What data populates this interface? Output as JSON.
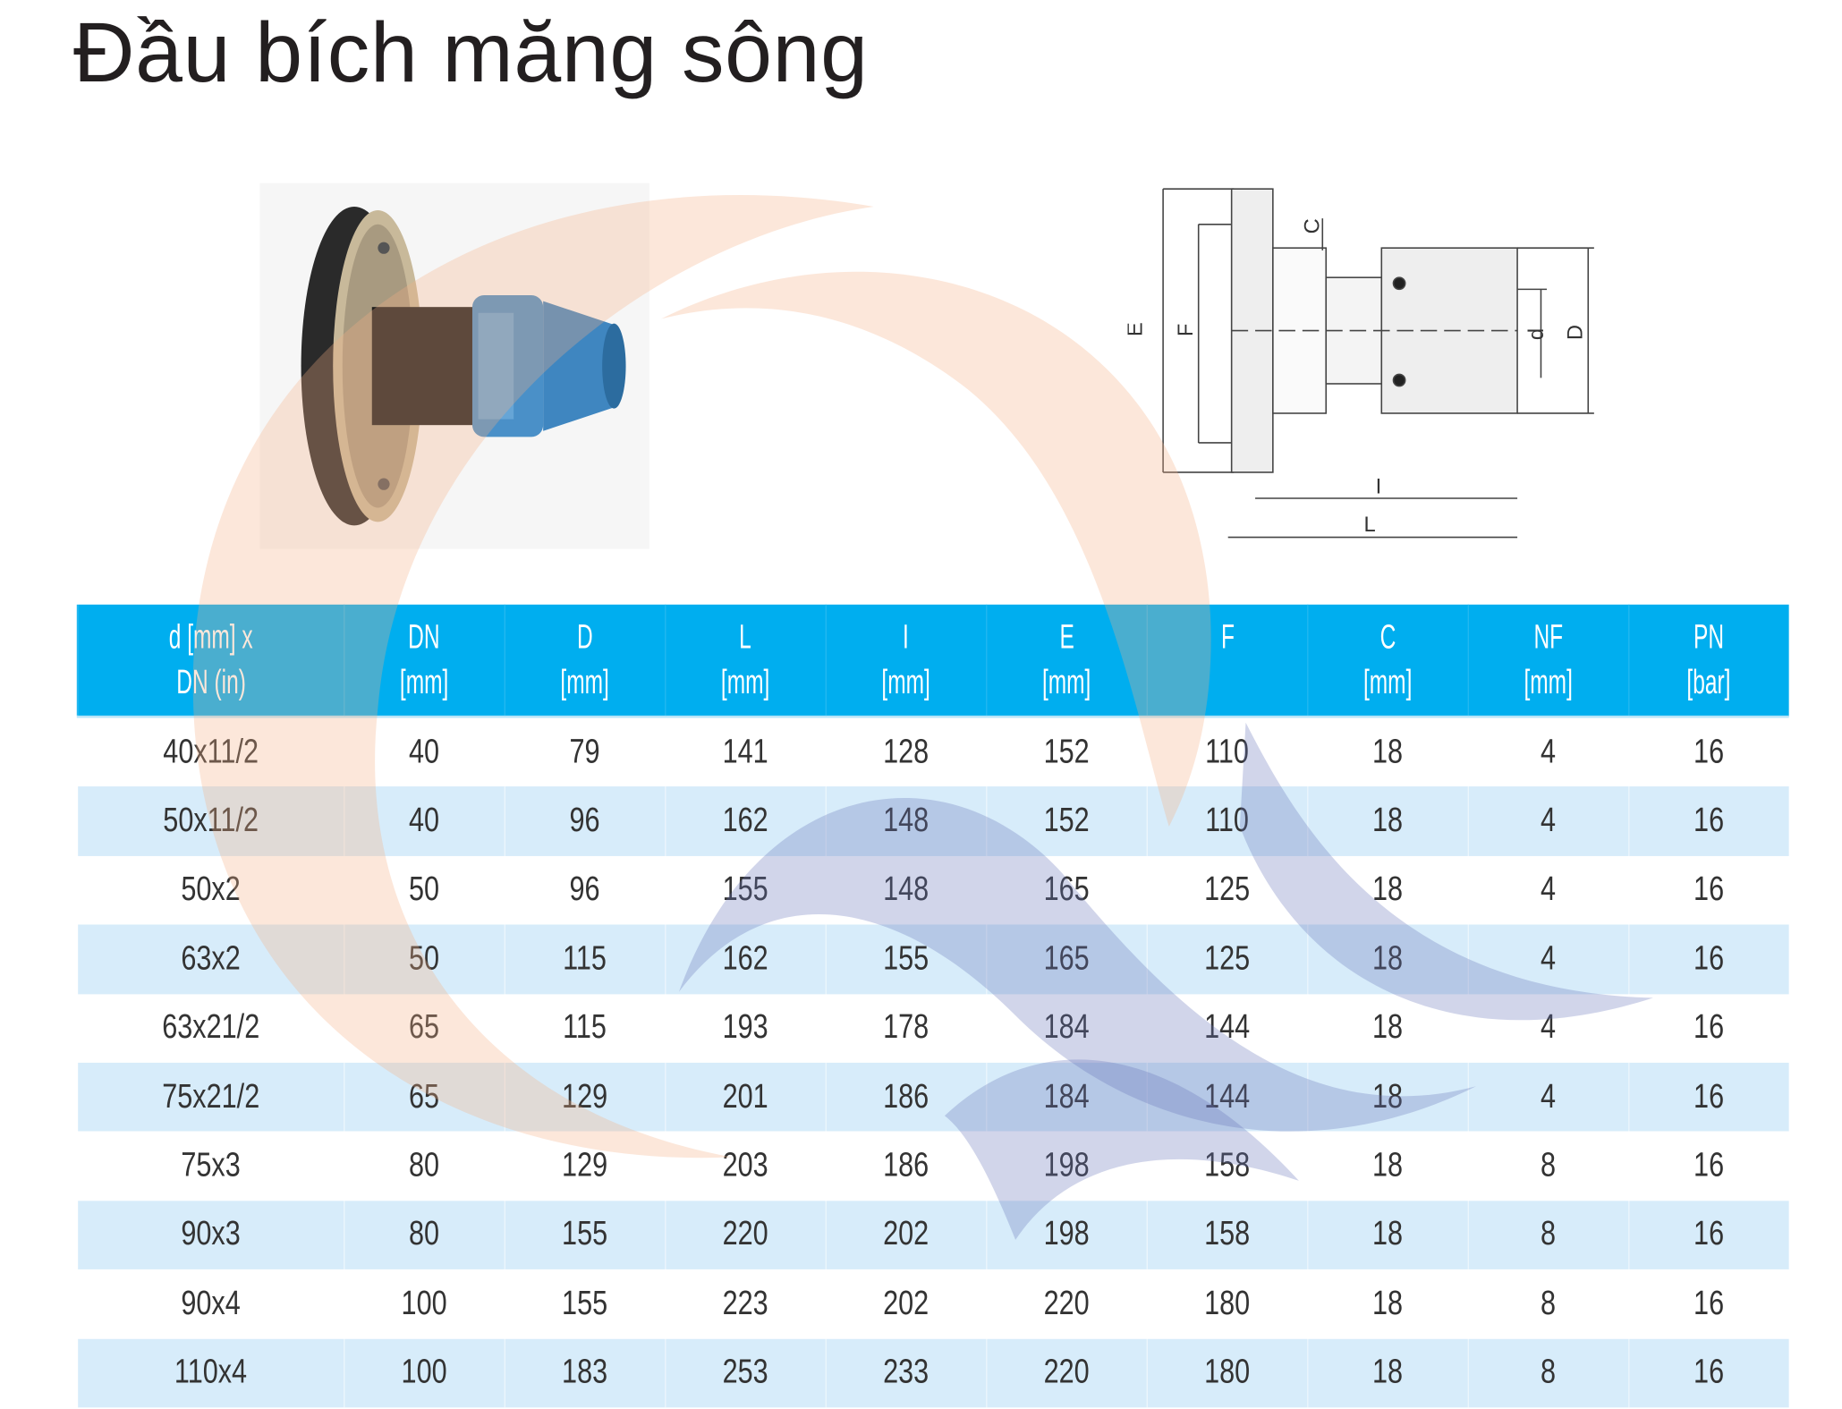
{
  "title": "Đầu bích măng sông",
  "drawing_labels": {
    "E": "E",
    "F": "F",
    "C": "C",
    "d": "d",
    "D": "D",
    "I": "I",
    "L": "L"
  },
  "table": {
    "headers": [
      {
        "line1": "d [mm] x",
        "line2": "DN (in)"
      },
      {
        "line1": "DN",
        "line2": "[mm]"
      },
      {
        "line1": "D",
        "line2": "[mm]"
      },
      {
        "line1": "L",
        "line2": "[mm]"
      },
      {
        "line1": "I",
        "line2": "[mm]"
      },
      {
        "line1": "E",
        "line2": "[mm]"
      },
      {
        "line1": "F",
        "line2": ""
      },
      {
        "line1": "C",
        "line2": "[mm]"
      },
      {
        "line1": "NF",
        "line2": "[mm]"
      },
      {
        "line1": "PN",
        "line2": "[bar]"
      }
    ],
    "rows": [
      [
        "40x11/2",
        "40",
        "79",
        "141",
        "128",
        "152",
        "110",
        "18",
        "4",
        "16"
      ],
      [
        "50x11/2",
        "40",
        "96",
        "162",
        "148",
        "152",
        "110",
        "18",
        "4",
        "16"
      ],
      [
        "50x2",
        "50",
        "96",
        "155",
        "148",
        "165",
        "125",
        "18",
        "4",
        "16"
      ],
      [
        "63x2",
        "50",
        "115",
        "162",
        "155",
        "165",
        "125",
        "18",
        "4",
        "16"
      ],
      [
        "63x21/2",
        "65",
        "115",
        "193",
        "178",
        "184",
        "144",
        "18",
        "4",
        "16"
      ],
      [
        "75x21/2",
        "65",
        "129",
        "201",
        "186",
        "184",
        "144",
        "18",
        "4",
        "16"
      ],
      [
        "75x3",
        "80",
        "129",
        "203",
        "186",
        "198",
        "158",
        "18",
        "8",
        "16"
      ],
      [
        "90x3",
        "80",
        "155",
        "220",
        "202",
        "198",
        "158",
        "18",
        "8",
        "16"
      ],
      [
        "90x4",
        "100",
        "155",
        "223",
        "202",
        "220",
        "180",
        "18",
        "8",
        "16"
      ],
      [
        "110x4",
        "100",
        "183",
        "253",
        "233",
        "220",
        "180",
        "18",
        "8",
        "16"
      ]
    ]
  },
  "colors": {
    "header_bg": "#00aeef",
    "alt_row": "#d7ecfa",
    "text": "#333333"
  }
}
